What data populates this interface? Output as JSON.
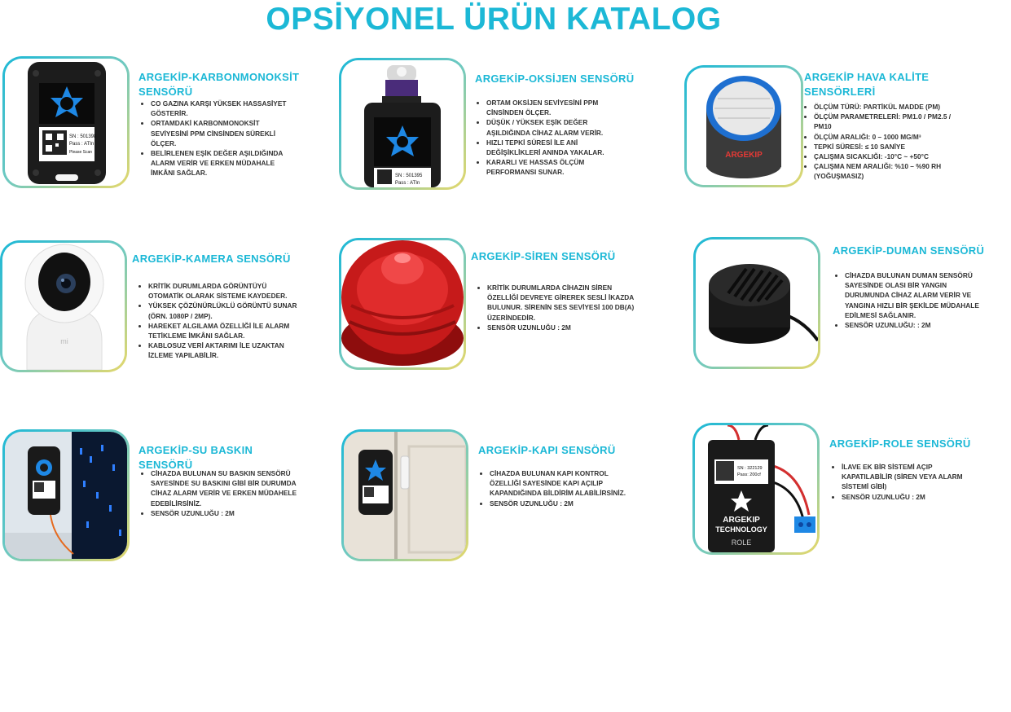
{
  "page_title": "OPSİYONEL ÜRÜN KATALOG",
  "colors": {
    "accent": "#1cb8d6",
    "frame_end": "#e6d86a",
    "text": "#333333"
  },
  "products": [
    {
      "id": "karbonmonoksit",
      "icon": "co-sensor-device",
      "title": "ARGEKİP-KARBONMONOKSİT SENSÖRÜ",
      "device_label_sn": "SN : 501398",
      "device_label_pass": "Pass : ATIn",
      "device_label_note": "Please Scan",
      "bullets": [
        "CO GAZINA KARŞI YÜKSEK HASSASİYET GÖSTERİR.",
        "ORTAMDAKİ KARBONMONOKSİT SEVİYESİNİ PPM CİNSİNDEN SÜREKLİ ÖLÇER.",
        "BELİRLENEN EŞİK DEĞER AŞILDIĞINDA ALARM VERİR VE ERKEN MÜDAHALE İMKÂNI SAĞLAR."
      ]
    },
    {
      "id": "oksijen",
      "icon": "oxygen-sensor-device",
      "title": "ARGEKİP-OKSİJEN SENSÖRÜ",
      "device_label_sn": "SN : 501395",
      "device_label_pass": "Pass : ATIn",
      "bullets": [
        "ORTAM OKSİJEN SEVİYESİNİ PPM CİNSİNDEN  ÖLÇER.",
        "DÜŞÜK / YÜKSEK EŞİK DEĞER AŞILDIĞINDA CİHAZ ALARM VERİR.",
        "HIZLI TEPKİ SÜRESİ İLE ANİ DEĞİŞİKLİKLERİ ANINDA YAKALAR.",
        "KARARLI VE HASSAS ÖLÇÜM PERFORMANSI SUNAR."
      ]
    },
    {
      "id": "hava",
      "icon": "air-quality-sensor-device",
      "title": "ARGEKİP HAVA KALİTE SENSÖRLERİ",
      "device_brand": "ARGEKIP",
      "bullets": [
        "ÖLÇÜM TÜRÜ: PARTİKÜL MADDE (PM)",
        "ÖLÇÜM PARAMETRELERİ: PM1.0 / PM2.5 / PM10",
        "ÖLÇÜM ARALIĞI: 0 – 1000 MG/M³",
        "TEPKİ SÜRESİ: ≤ 10 SANİYE",
        "ÇALIŞMA SICAKLIĞI: -10°C ~ +50°C",
        "ÇALIŞMA NEM ARALIĞI: %10 – %90 RH (YOĞUŞMASIZ)"
      ]
    },
    {
      "id": "kamera",
      "icon": "camera-sensor-device",
      "title": "ARGEKİP-KAMERA SENSÖRÜ",
      "device_brand": "mi",
      "bullets": [
        "KRİTİK DURUMLARDA GÖRÜNTÜYÜ OTOMATİK OLARAK SİSTEME KAYDEDER.",
        "YÜKSEK ÇÖZÜNÜRLÜKLÜ GÖRÜNTÜ SUNAR (ÖRN. 1080P / 2MP).",
        "HAREKET ALGILAMA ÖZELLİĞİ İLE ALARM TETİKLEME İMKÂNI SAĞLAR.",
        "KABLOSUZ VERİ AKTARIMI İLE UZAKTAN İZLEME YAPILABİLİR."
      ]
    },
    {
      "id": "siren",
      "icon": "siren-sensor-device",
      "title": "ARGEKİP-SİREN SENSÖRÜ",
      "bullets": [
        "KRİTİK DURUMLARDA CİHAZIN SİREN ÖZELLİĞİ DEVREYE GİREREK SESLİ İKAZDA BULUNUR. SİRENİN SES SEVİYESİ 100 DB(A) ÜZERİNDEDİR.",
        "SENSÖR UZUNLUĞU : 2M"
      ]
    },
    {
      "id": "duman",
      "icon": "smoke-sensor-device",
      "title": "ARGEKİP-DUMAN SENSÖRÜ",
      "bullets": [
        "CİHAZDA BULUNAN DUMAN SENSÖRÜ SAYESİNDE OLASI BİR YANGIN DURUMUNDA CİHAZ ALARM VERİR VE YANGINA HIZLI BİR ŞEKİLDE MÜDAHALE EDİLMESİ SAĞLANIR.",
        "SENSÖR UZUNLUĞU: : 2M"
      ]
    },
    {
      "id": "su",
      "icon": "water-leak-sensor-device",
      "title": "ARGEKİP-SU BASKIN SENSÖRÜ",
      "bullets": [
        "CİHAZDA BULUNAN SU BASKIN SENSÖRÜ SAYESİNDE SU BASKINI GİBİ BİR DURUMDA CİHAZ ALARM VERİR VE ERKEN MÜDAHELE EDEBİLİRSİNİZ.",
        "SENSÖR UZUNLUĞU : 2M"
      ]
    },
    {
      "id": "kapi",
      "icon": "door-sensor-device",
      "title": "ARGEKİP-KAPI SENSÖRÜ",
      "bullets": [
        "CİHAZDA BULUNAN KAPI KONTROL ÖZELLİĞİ SAYESİNDE KAPI AÇILIP KAPANDIĞINDA BİLDİRİM ALABİLİRSİNİZ.",
        "SENSÖR UZUNLUĞU : 2M"
      ]
    },
    {
      "id": "role",
      "icon": "relay-sensor-device",
      "title": "ARGEKİP-ROLE SENSÖRÜ",
      "device_label_sn": "SN : 322129",
      "device_label_pass": "Pass: 200cf",
      "device_brand_line1": "ARGEKIP",
      "device_brand_line2": "TECHNOLOGY",
      "device_brand_line3": "ROLE",
      "bullets": [
        "İLAVE EK BİR SİSTEMİ AÇIP KAPATILABİLİR (SİREN VEYA ALARM SİSTEMİ GİBİ)",
        "SENSÖR UZUNLUĞU : 2M"
      ]
    }
  ]
}
